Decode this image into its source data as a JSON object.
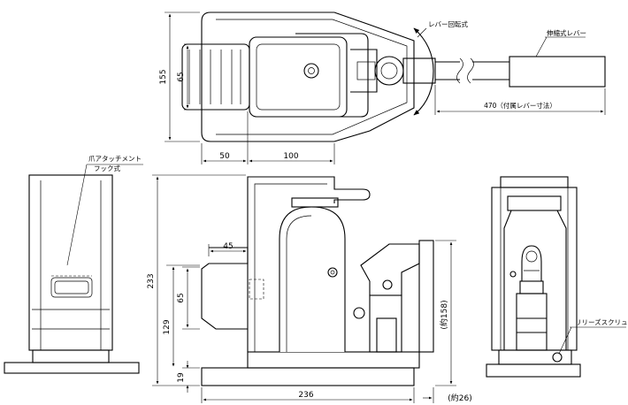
{
  "labels": {
    "lever_rotation": "レバー回転式",
    "telescopic_lever": "伸縮式レバー",
    "lever_length": "470（付属レバー寸法）",
    "claw_attachment": "爪アタッチメント",
    "hook_type": "フック式",
    "release_screw": "リリーズスクリュウ"
  },
  "dimensions": {
    "top_height": "155",
    "top_inner": "65",
    "top_w1": "50",
    "top_w2": "100",
    "side_total_h": "233",
    "claw_h": "65",
    "claw_w": "45",
    "claw_floor_h": "129",
    "base_h": "19",
    "base_w": "236",
    "pump_h": "(約158)",
    "pump_w": "(約26)"
  }
}
